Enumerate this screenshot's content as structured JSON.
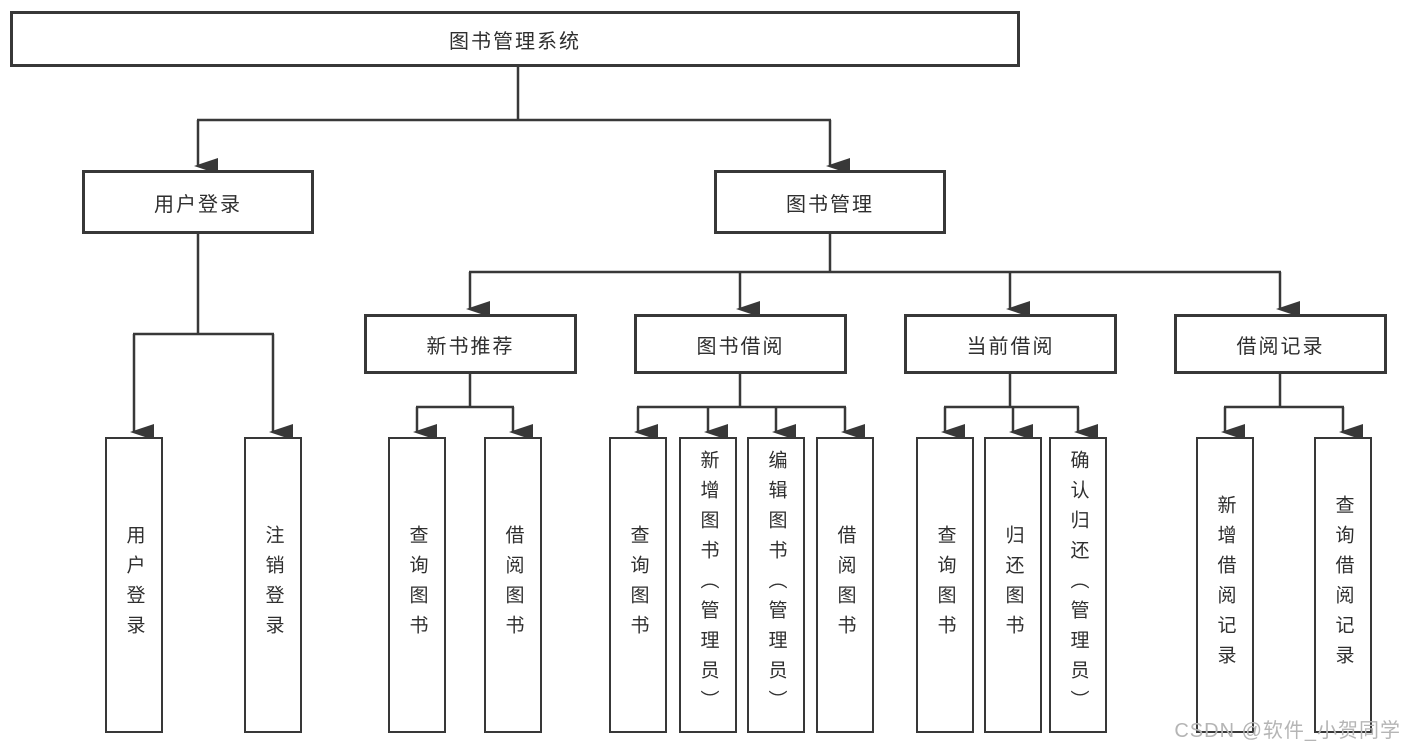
{
  "tree": {
    "root": {
      "label": "图书管理系统"
    },
    "branches": [
      {
        "label": "用户登录",
        "children": [
          {
            "label": "用户登录"
          },
          {
            "label": "注销登录"
          }
        ]
      },
      {
        "label": "图书管理",
        "children": [
          {
            "label": "新书推荐",
            "children": [
              {
                "label": "查询图书"
              },
              {
                "label": "借阅图书"
              }
            ]
          },
          {
            "label": "图书借阅",
            "children": [
              {
                "label": "查询图书"
              },
              {
                "label": "新增图书（管理员）"
              },
              {
                "label": "编辑图书（管理员）"
              },
              {
                "label": "借阅图书"
              }
            ]
          },
          {
            "label": "当前借阅",
            "children": [
              {
                "label": "查询图书"
              },
              {
                "label": "归还图书"
              },
              {
                "label": "确认归还（管理员）"
              }
            ]
          },
          {
            "label": "借阅记录",
            "children": [
              {
                "label": "新增借阅记录"
              },
              {
                "label": "查询借阅记录"
              }
            ]
          }
        ]
      }
    ]
  },
  "watermark": {
    "text": "CSDN @软件_小贺同学"
  },
  "colors": {
    "line": "#383838",
    "box_border": "#383838",
    "box_fill": "#ffffff",
    "text": "#2f2f2f",
    "watermark": "#b5b5b5",
    "background": "#ffffff"
  }
}
